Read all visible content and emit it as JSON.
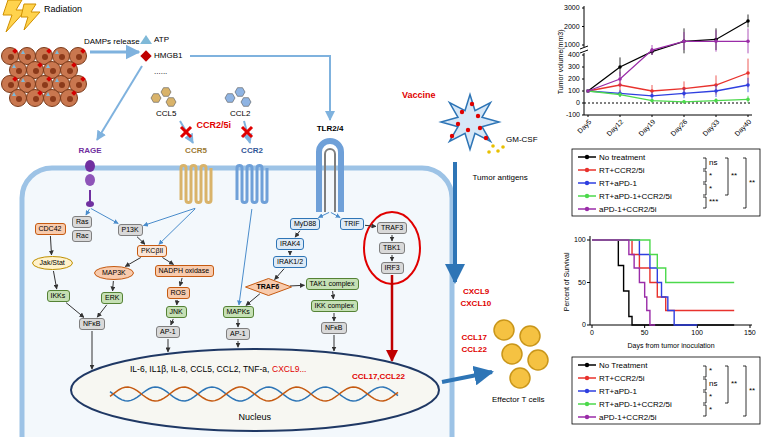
{
  "diagram": {
    "nodes": [
      {
        "text": [
          "RAGE"
        ]
      },
      {
        "text": [
          "CCR5"
        ]
      },
      {
        "text": [
          "CCR2"
        ]
      },
      {
        "text": [
          "TLR2/4"
        ]
      },
      {
        "text": [
          "Ras"
        ]
      },
      {
        "text": [
          "Rac"
        ]
      },
      {
        "text": [
          "CDC42"
        ]
      },
      {
        "text": [
          "P13K"
        ]
      },
      {
        "text": [
          "Jak/Stat"
        ]
      },
      {
        "text": [
          "PKCβII"
        ]
      },
      {
        "text": [
          "NADPH oxidase"
        ]
      },
      {
        "text": [
          "MAP3K"
        ]
      },
      {
        "text": [
          "ROS"
        ]
      },
      {
        "text": [
          "IKKs"
        ]
      },
      {
        "text": [
          "ERK"
        ]
      },
      {
        "text": [
          "JNK"
        ]
      },
      {
        "text": [
          "NFκB"
        ]
      },
      {
        "text": [
          "AP-1"
        ]
      },
      {
        "text": [
          "MyD88"
        ]
      },
      {
        "text": [
          "TRIF"
        ]
      },
      {
        "text": [
          "IRAK4"
        ]
      },
      {
        "text": [
          "IRAK1/2"
        ]
      },
      {
        "text": [
          "TRAF6"
        ]
      },
      {
        "text": [
          "TAK1 complex"
        ]
      },
      {
        "text": [
          "MAPKs"
        ]
      },
      {
        "text": [
          "IKK complex"
        ]
      },
      {
        "text": [
          "AP-1"
        ]
      },
      {
        "text": [
          "NFκB"
        ]
      },
      {
        "text": [
          "TRAF3"
        ]
      },
      {
        "text": [
          "TBK1"
        ]
      },
      {
        "text": [
          "IRF3"
        ]
      },
      {
        "text": [
          "IL-6, IL1β, IL-8, CCL5, CCL2, TNF-a,",
          "CXCL9...",
          "CCL17,CCL22",
          "Nucleus"
        ]
      }
    ],
    "edges": [
      {
        "from": 0,
        "to": 4,
        "arrow": "to"
      },
      {
        "from": 0,
        "to": 7,
        "arrow": "to"
      },
      {
        "from": 6,
        "to": 8,
        "arrow": "to"
      },
      {
        "from": 7,
        "to": 9,
        "arrow": "to"
      },
      {
        "from": 9,
        "to": 10,
        "arrow": "to"
      },
      {
        "from": 9,
        "to": 11,
        "arrow": "to"
      },
      {
        "from": 10,
        "to": 12,
        "arrow": "to"
      },
      {
        "from": 11,
        "to": 14,
        "arrow": "to"
      },
      {
        "from": 12,
        "to": 15,
        "arrow": "to"
      },
      {
        "from": 8,
        "to": 13,
        "arrow": "to"
      },
      {
        "from": 13,
        "to": 16,
        "arrow": "to"
      },
      {
        "from": 14,
        "to": 16,
        "arrow": "to"
      },
      {
        "from": 15,
        "to": 17,
        "arrow": "to"
      },
      {
        "from": 1,
        "to": 7,
        "arrow": "to"
      },
      {
        "from": 1,
        "to": 9,
        "arrow": "to"
      },
      {
        "from": 2,
        "to": 24,
        "arrow": "to"
      },
      {
        "from": 3,
        "to": 18,
        "arrow": "to"
      },
      {
        "from": 3,
        "to": 19,
        "arrow": "to"
      },
      {
        "from": 18,
        "to": 20,
        "arrow": "to"
      },
      {
        "from": 20,
        "to": 21,
        "arrow": "to"
      },
      {
        "from": 21,
        "to": 22,
        "arrow": "to"
      },
      {
        "from": 22,
        "to": 24,
        "arrow": "to"
      },
      {
        "from": 22,
        "to": 23,
        "arrow": "to"
      },
      {
        "from": 23,
        "to": 25,
        "arrow": "to"
      },
      {
        "from": 25,
        "to": 27,
        "arrow": "to"
      },
      {
        "from": 24,
        "to": 26,
        "arrow": "to"
      },
      {
        "from": 19,
        "to": 28,
        "arrow": "to"
      },
      {
        "from": 28,
        "to": 29,
        "arrow": "to"
      },
      {
        "from": 29,
        "to": 30,
        "arrow": "to"
      },
      {
        "from": 30,
        "to": 31,
        "arrow": "to"
      },
      {
        "from": 16,
        "to": 31,
        "arrow": "to"
      },
      {
        "from": 17,
        "to": 31,
        "arrow": "to"
      },
      {
        "from": 26,
        "to": 31,
        "arrow": "to"
      },
      {
        "from": 27,
        "to": 31,
        "arrow": "to"
      }
    ],
    "labels": [
      "Radiation",
      "DAMPs release",
      "ATP",
      "HMGB1",
      "......",
      "CCL5",
      "CCL2",
      "CCR2/5i",
      "Vaccine",
      "GM-CSF",
      "Tumor antigens",
      "CXCL9",
      "CXCL10",
      "CCL17",
      "CCL22",
      "Effector T cells",
      "Tumor volume(mm3)",
      "3000",
      "2000",
      "1000",
      "400",
      "300",
      "200",
      "100",
      "0",
      "-100",
      "Day5",
      "Day12",
      "Day19",
      "Day26",
      "Day33",
      "Day40",
      "ns",
      "*",
      "*",
      "***",
      "**",
      "**",
      "Percent of Survival",
      "100",
      "50",
      "0",
      "0",
      "50",
      "100",
      "150",
      "Days from tumor inoculation",
      "*",
      "ns",
      "*",
      "*",
      "**",
      "**"
    ],
    "legend": [
      {
        "text": "No treatment",
        "color": "#000000"
      },
      {
        "text": "RT+CCR2/5i",
        "color": "#e8322d"
      },
      {
        "text": "RT+aPD-1",
        "color": "#2f3fe0"
      },
      {
        "text": "RT+aPD-1+CCR2/5i",
        "color": "#4cd94c"
      },
      {
        "text": "aPD-1+CCR2/5i",
        "color": "#9a2ca8"
      },
      {
        "text": "No Treatment",
        "color": "#000000"
      },
      {
        "text": "RT+CCR2/5i",
        "color": "#e8322d"
      },
      {
        "text": "RT+aPD-1",
        "color": "#2f3fe0"
      },
      {
        "text": "RT+aPD-1+CCR2/5i",
        "color": "#4cd94c"
      },
      {
        "text": "aPD-1+CCR2/5i",
        "color": "#9a2ca8"
      }
    ]
  }
}
